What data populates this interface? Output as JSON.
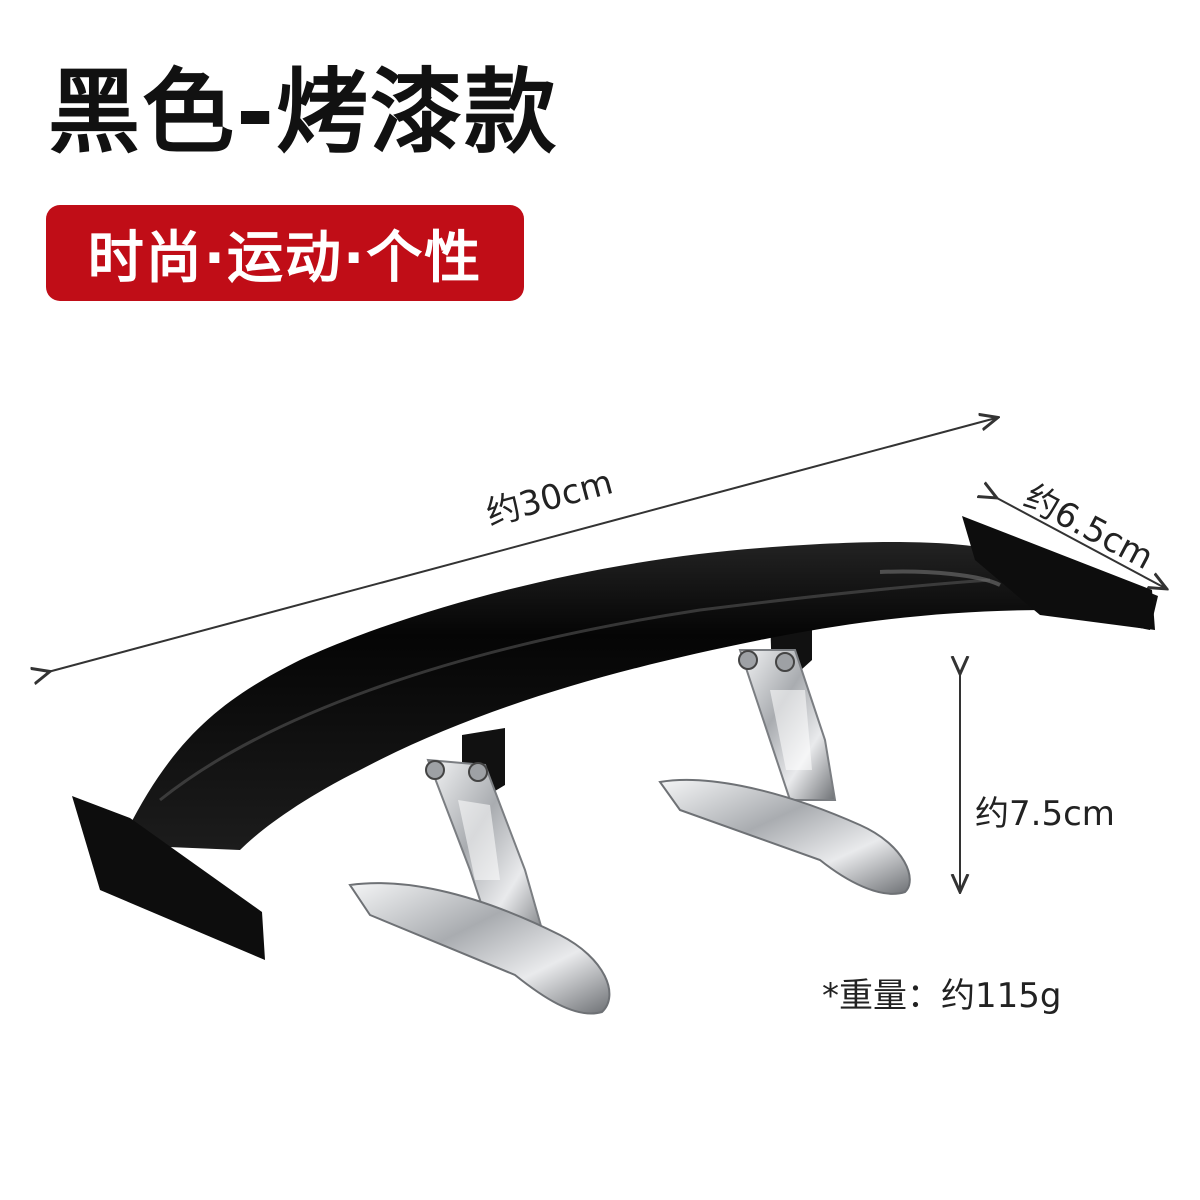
{
  "title": "黑色-烤漆款",
  "badge": {
    "text": "时尚·运动·个性",
    "color": "#c00d17"
  },
  "dimensions": {
    "length": "约30cm",
    "width": "约6.5cm",
    "height": "约7.5cm",
    "weight": "*重量：约115g"
  },
  "product": {
    "name": "car-rear-spoiler",
    "wing_color": "#0a0a0a",
    "support_color": "#c7c9cc"
  }
}
